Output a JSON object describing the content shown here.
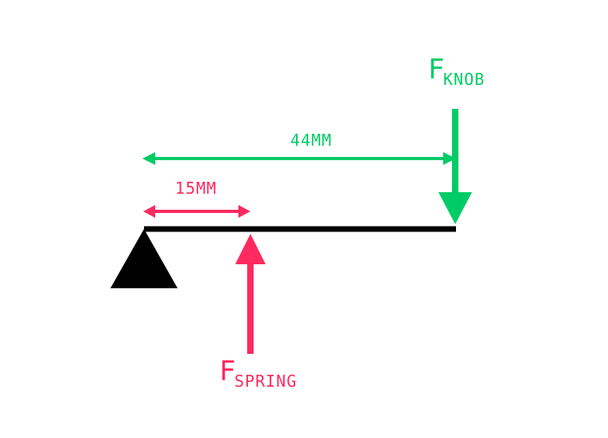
{
  "diagram": {
    "knob_force": {
      "symbol": "F",
      "subscript": "KNOB",
      "color": "#00cc66"
    },
    "spring_force": {
      "symbol": "F",
      "subscript": "SPRING",
      "color": "#ff2a5f"
    },
    "knob_distance": {
      "label": "44MM",
      "color": "#00cc66"
    },
    "spring_distance": {
      "label": "15MM",
      "color": "#ff2a5f"
    },
    "lever": {
      "color": "#000000"
    },
    "pivot": {
      "color": "#000000"
    }
  }
}
